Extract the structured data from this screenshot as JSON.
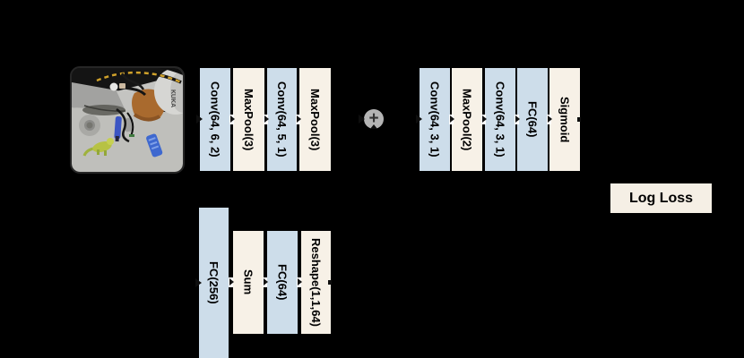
{
  "colors": {
    "background": "#000000",
    "conv_fc_bar": "#cdddea",
    "pool_misc_bar": "#f7f1e7",
    "loss_box": "#f5efe5",
    "merge_circle": "#b4b4b4",
    "bar_text": "#000000",
    "arrow_head": "#121212",
    "arrow_patch": "#ffffff"
  },
  "photo": {
    "visible_text": "KUKA"
  },
  "merge_node": {
    "symbol": "+"
  },
  "loss": {
    "label": "Log Loss"
  },
  "streams": {
    "image_stream": [
      {
        "label": "Conv(64, 6, 2)",
        "type": "conv"
      },
      {
        "label": "MaxPool(3)",
        "type": "pool"
      },
      {
        "label": "Conv(64, 5, 1)",
        "type": "conv"
      },
      {
        "label": "MaxPool(3)",
        "type": "pool"
      }
    ],
    "merged_stream": [
      {
        "label": "Conv(64, 3, 1)",
        "type": "conv"
      },
      {
        "label": "MaxPool(2)",
        "type": "pool"
      },
      {
        "label": "Conv(64, 3, 1)",
        "type": "conv"
      },
      {
        "label": "FC(64)",
        "type": "fc"
      },
      {
        "label": "Sigmoid",
        "type": "activation"
      }
    ],
    "vector_stream": [
      {
        "label": "FC(256)",
        "type": "fc"
      },
      {
        "label": "Sum",
        "type": "op"
      },
      {
        "label": "FC(64)",
        "type": "fc"
      },
      {
        "label": "Reshape(1,1,64)",
        "type": "op"
      }
    ]
  }
}
